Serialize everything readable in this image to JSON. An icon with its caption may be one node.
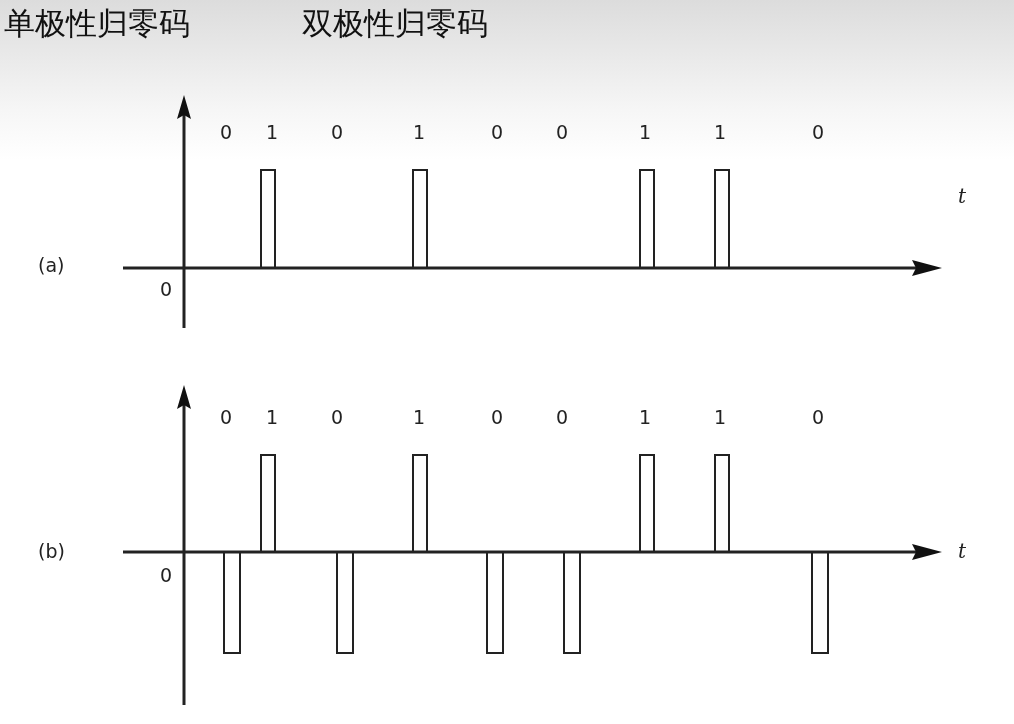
{
  "diagram": {
    "labels": [
      "单极性归零码",
      "双极性归零码",
      "0",
      "1",
      "0",
      "1",
      "0",
      "0",
      "1",
      "1",
      "0",
      "t",
      "(a)",
      "0",
      "0",
      "1",
      "0",
      "1",
      "0",
      "0",
      "1",
      "1",
      "0",
      "(b)",
      "t",
      "0"
    ]
  }
}
